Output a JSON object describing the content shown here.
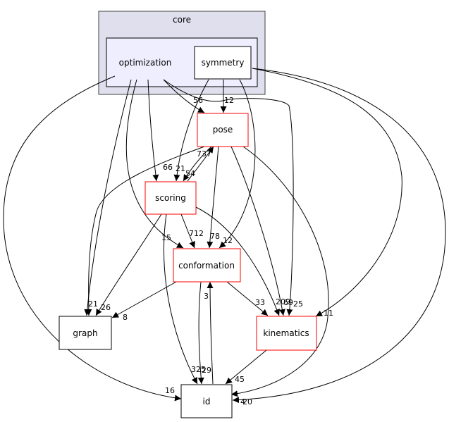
{
  "clusters": {
    "core": {
      "label": "core"
    },
    "optimization": {
      "label": "optimization"
    }
  },
  "nodes": {
    "symmetry": {
      "label": "symmetry",
      "style": "dir"
    },
    "pose": {
      "label": "pose",
      "style": "red"
    },
    "scoring": {
      "label": "scoring",
      "style": "red"
    },
    "conformation": {
      "label": "conformation",
      "style": "red"
    },
    "graph": {
      "label": "graph",
      "style": "dir"
    },
    "kinematics": {
      "label": "kinematics",
      "style": "red"
    },
    "id": {
      "label": "id",
      "style": "dir"
    }
  },
  "edge_labels": {
    "opt_pose": "56",
    "sym_pose": "12",
    "opt_scoring": "66",
    "sym_scoring": "21",
    "pose_scoring": "54",
    "scoring_pose": "737",
    "opt_conformation": "15",
    "scoring_conformation": "712",
    "pose_conformation": "78",
    "sym_conformation": "12",
    "opt_graph": "21",
    "scoring_graph": "26",
    "conformation_graph": "8",
    "conformation_kinematics": "33",
    "scoring_kinematics": "209",
    "pose_kinematics": "69",
    "opt_kinematics": "25",
    "sym_kinematics": "11",
    "opt_id": "16",
    "scoring_id": "325",
    "conformation_id": "3",
    "id_conformation": "29",
    "kinematics_id": "45",
    "pose_id": "4",
    "sym_id": "20"
  },
  "colors": {
    "core_fill": "#dfdfee",
    "core_stroke": "#404040",
    "optimization_fill": "#eeeeff",
    "dir_stroke": "#000000",
    "red_stroke": "#ff0000",
    "edge": "#000000"
  }
}
